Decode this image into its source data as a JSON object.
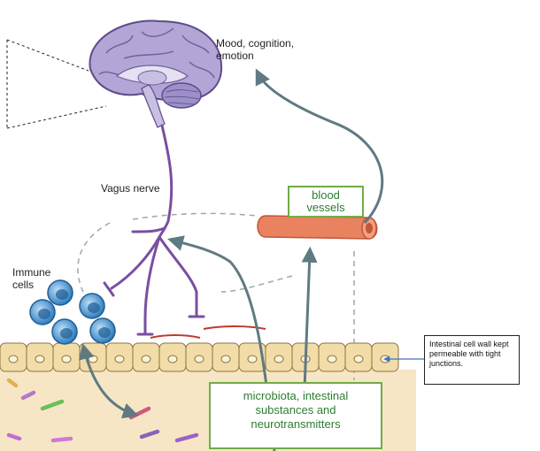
{
  "labels": {
    "mood_line1": "Mood, cognition,",
    "mood_line2": "emotion",
    "vagus": "Vagus nerve",
    "immune_line1": "Immune",
    "immune_line2": "cells",
    "blood_line1": "blood",
    "blood_line2": "vessels",
    "micro_line1": "microbiota, intestinal",
    "micro_line2": "substances and",
    "micro_line3": "neurotransmitters",
    "note": "Intestinal cell wall kept permeable with tight junctions."
  },
  "colors": {
    "arrow": "#5f7a82",
    "nerve": "#7a4fa0",
    "green_border": "#70ad47",
    "green_text": "#2e7d32",
    "blood_vessel": "#e8825f",
    "immune_cell": "#4a90c8",
    "epithelium": "#f2dca8",
    "lumen": "#f7e6c6",
    "brain": "#9b8cc0",
    "note_arrow": "#4472c4"
  }
}
